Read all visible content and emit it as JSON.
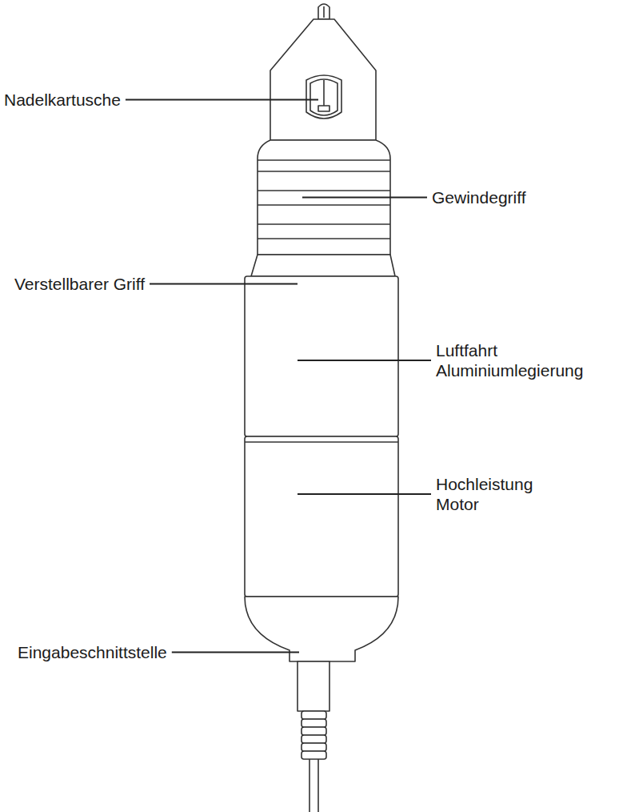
{
  "diagram": {
    "labels": [
      "Nadelkartusche",
      "Gewindegriff",
      "Verstellbarer Griff",
      "Luftfahrt Aluminiumlegierung",
      "Hochleistung Motor",
      "Eingabeschnittstelle"
    ]
  }
}
